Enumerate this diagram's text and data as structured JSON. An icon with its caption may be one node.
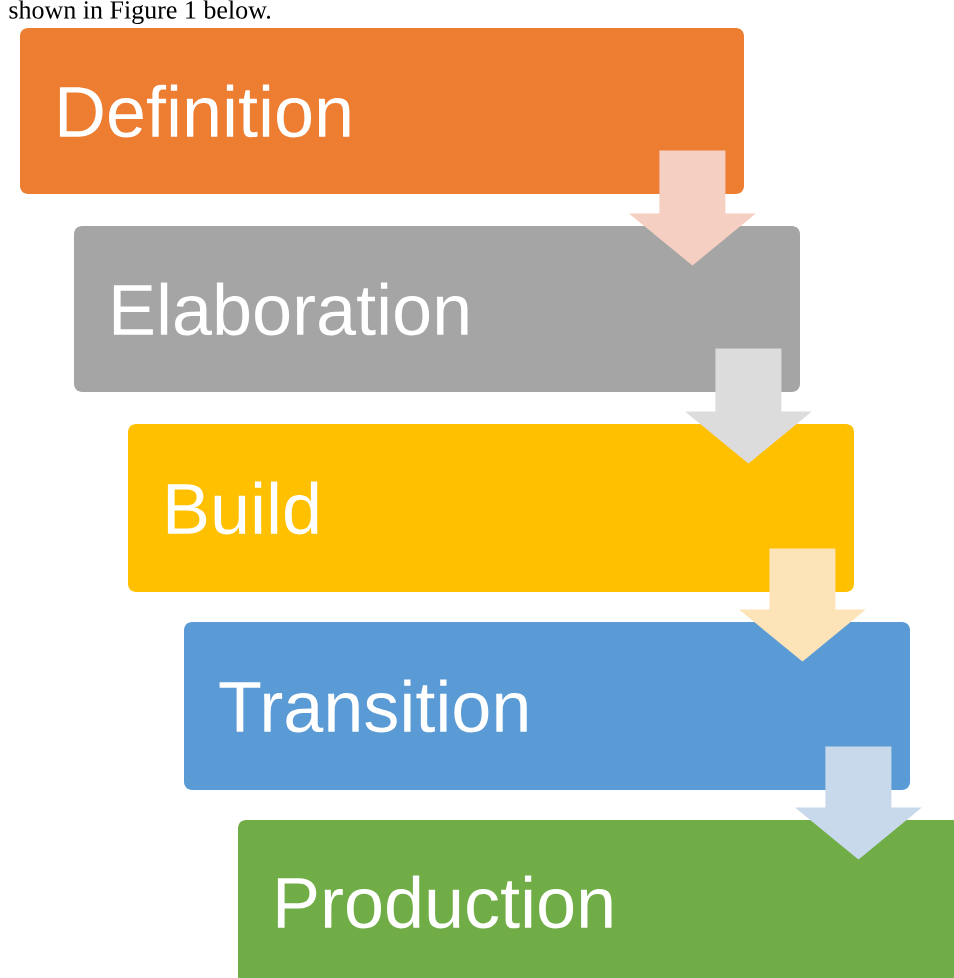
{
  "diagram": {
    "nodes": [
      {
        "text": [
          "Definition"
        ]
      },
      {
        "text": [
          "Elaboration"
        ]
      },
      {
        "text": [
          "Build"
        ]
      },
      {
        "text": [
          "Transition"
        ]
      },
      {
        "text": [
          "Production"
        ]
      }
    ],
    "edges": [
      {
        "from": 0,
        "to": 1,
        "arrow": "to",
        "color": "#f5cfc2"
      },
      {
        "from": 1,
        "to": 2,
        "arrow": "to",
        "color": "#dcdcdc"
      },
      {
        "from": 2,
        "to": 3,
        "arrow": "to",
        "color": "#fde3b8"
      },
      {
        "from": 3,
        "to": 4,
        "arrow": "to",
        "color": "#c9d9ec"
      }
    ],
    "labels": [
      "shown in Figure 1 below."
    ]
  }
}
